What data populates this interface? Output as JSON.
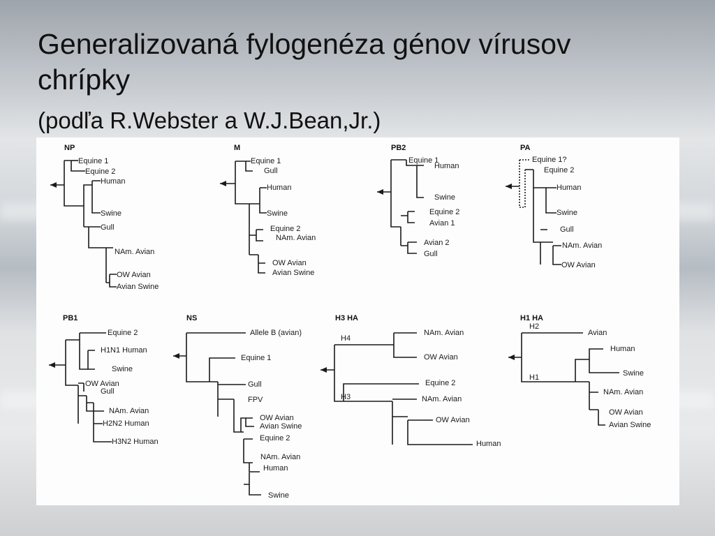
{
  "slide": {
    "title": "Generalizovaná fylogenéza génov vírusov chrípky",
    "subtitle": "(podľa R.Webster a W.J.Bean,Jr.)"
  },
  "trees": [
    {
      "id": "np",
      "title": "NP",
      "leaves": [
        "Equine 1",
        "Equine 2",
        "Human",
        "Swine",
        "Gull",
        "NAm. Avian",
        "OW Avian",
        "Avian Swine"
      ]
    },
    {
      "id": "m",
      "title": "M",
      "leaves": [
        "Equine 1",
        "Gull",
        "Human",
        "Swine",
        "Equine 2",
        "NAm. Avian",
        "OW Avian",
        "Avian Swine"
      ]
    },
    {
      "id": "pb2",
      "title": "PB2",
      "leaves": [
        "Equine 1",
        "Human",
        "Swine",
        "Equine 2",
        "Avian 1",
        "Avian 2",
        "Gull"
      ]
    },
    {
      "id": "pa",
      "title": "PA",
      "leaves": [
        "Equine 1?",
        "Equine 2",
        "Human",
        "Swine",
        "Gull",
        "NAm. Avian",
        "OW Avian"
      ]
    },
    {
      "id": "pb1",
      "title": "PB1",
      "leaves": [
        "Equine 2",
        "H1N1 Human",
        "Swine",
        "OW Avian",
        "Gull",
        "NAm. Avian",
        "H2N2 Human",
        "H3N2 Human"
      ]
    },
    {
      "id": "ns",
      "title": "NS",
      "leaves": [
        "Allele B (avian)",
        "Equine 1",
        "Gull",
        "FPV",
        "OW Avian",
        "Avian Swine",
        "Equine 2",
        "NAm. Avian",
        "Human",
        "Swine"
      ]
    },
    {
      "id": "h3ha",
      "title": "H3 HA",
      "branch_labels": [
        "H4",
        "H3"
      ],
      "leaves": [
        "NAm. Avian",
        "OW Avian",
        "Equine 2",
        "NAm. Avian",
        "OW Avian",
        "Human"
      ]
    },
    {
      "id": "h1ha",
      "title": "H1 HA",
      "branch_labels": [
        "H2",
        "H1"
      ],
      "leaves": [
        "Avian",
        "Human",
        "Swine",
        "NAm. Avian",
        "OW Avian",
        "Avian Swine"
      ]
    }
  ]
}
